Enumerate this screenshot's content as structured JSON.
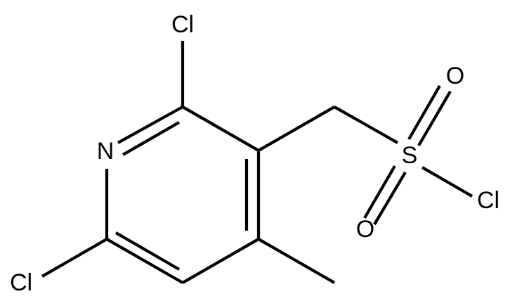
{
  "molecule": {
    "atoms": {
      "cl_top": "Cl",
      "n_ring": "N",
      "cl_bottom": "Cl",
      "sulfur": "S",
      "oxygen_top": "O",
      "oxygen_bottom": "O",
      "cl_sulfonyl": "Cl"
    }
  },
  "colors": {
    "bond": "#000000",
    "text": "#000000",
    "background": "#ffffff"
  }
}
